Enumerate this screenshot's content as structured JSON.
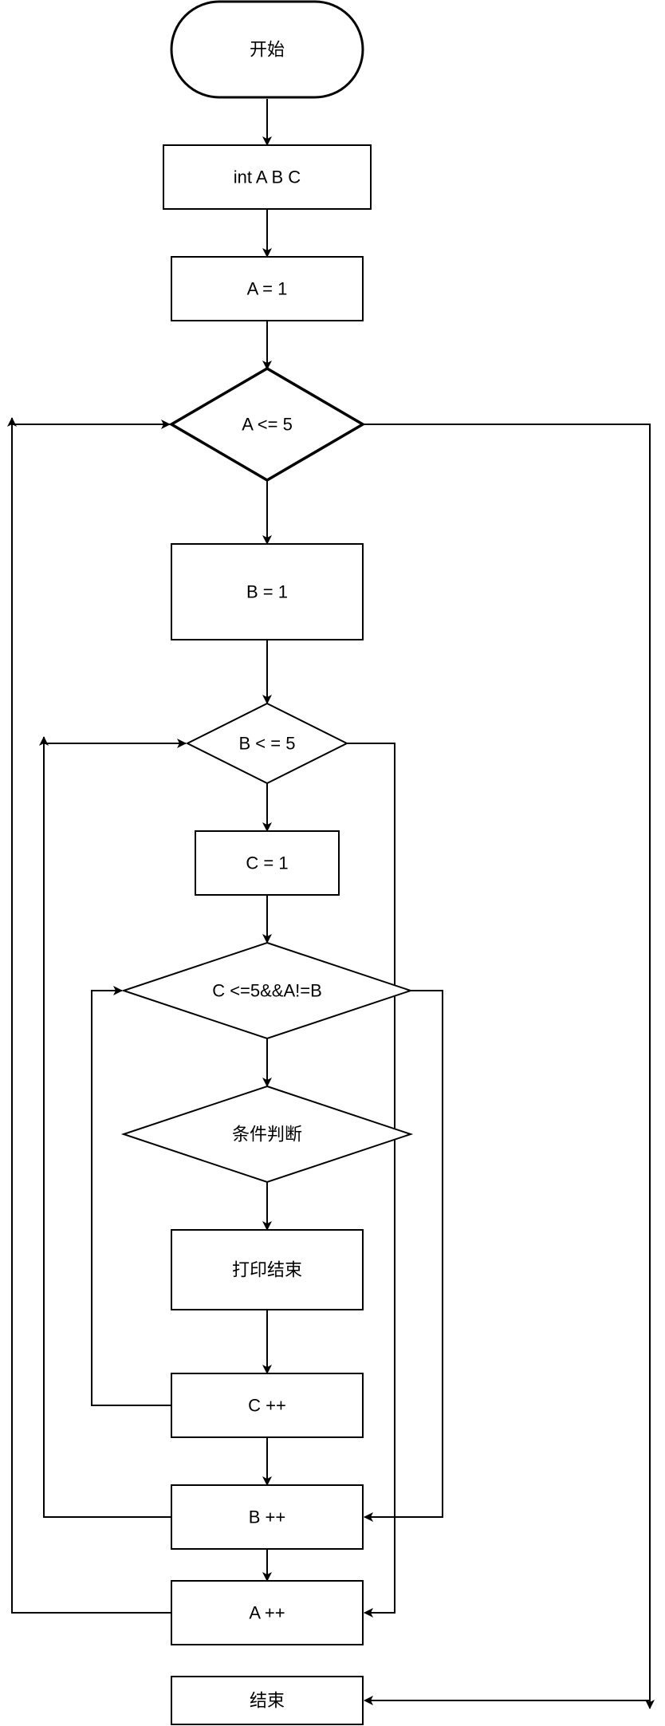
{
  "nodes": {
    "start": "开始",
    "declare": "int A B C",
    "init_a": "A = 1",
    "cond_a": "A <= 5",
    "init_b": "B = 1",
    "cond_b": "B < = 5",
    "init_c": "C = 1",
    "cond_c": "C <=5&&A!=B",
    "check": "条件判断",
    "print_end": "打印结束",
    "inc_c": "C ++",
    "inc_b": "B ++",
    "inc_a": "A ++",
    "end": "结束"
  },
  "colors": {
    "stroke": "#000000",
    "fill": "#ffffff",
    "text": "#000000"
  }
}
